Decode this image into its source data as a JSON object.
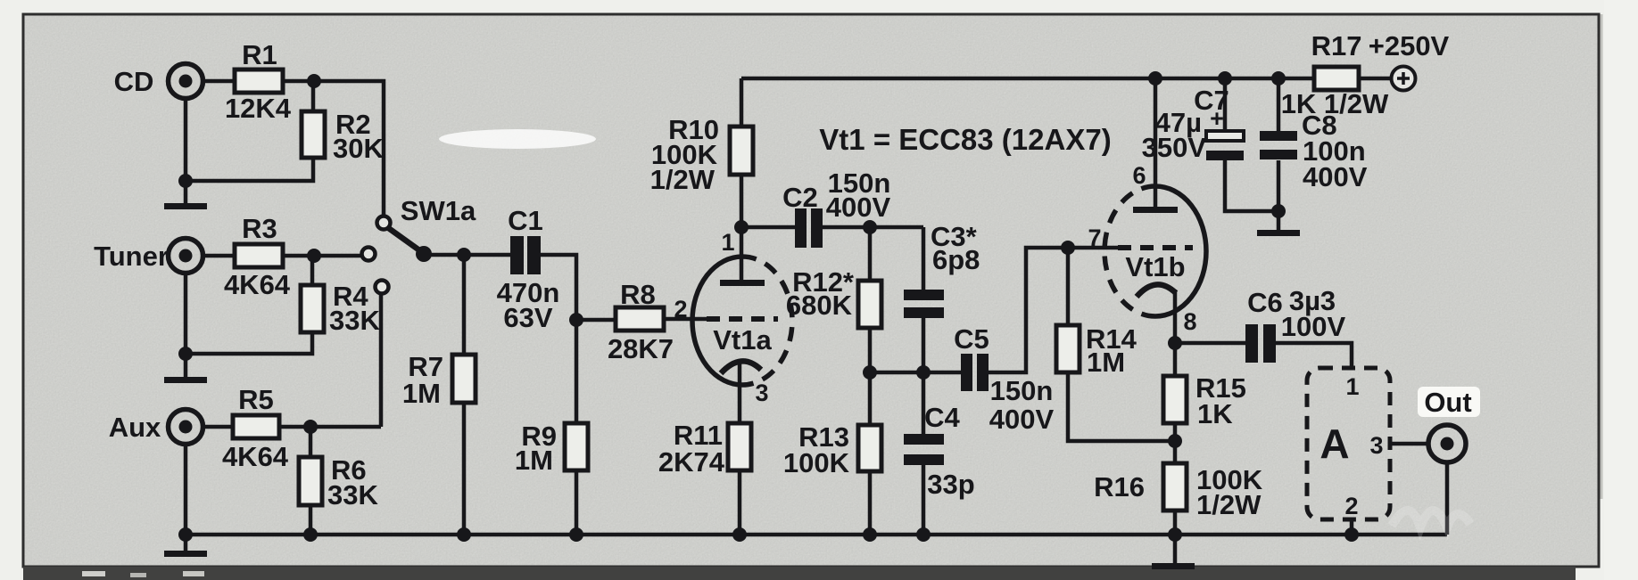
{
  "schematic": {
    "title": "Vt1 = ECC83 (12AX7)",
    "supply_label": "+250V",
    "inputs": {
      "cd": "CD",
      "tuner": "Tuner",
      "aux": "Aux"
    },
    "output_label": "Out",
    "switch_label": "SW1a",
    "amp_block": {
      "label": "A",
      "pin1": "1",
      "pin2": "2",
      "pin3": "3"
    },
    "tubes": {
      "vt1a": {
        "label": "Vt1a",
        "pin_anode": "1",
        "pin_grid": "2",
        "pin_cathode": "3"
      },
      "vt1b": {
        "label": "Vt1b",
        "pin_anode": "6",
        "pin_grid": "7",
        "pin_cathode": "8"
      }
    },
    "resistors": {
      "r1": {
        "ref": "R1",
        "value": "12K4"
      },
      "r2": {
        "ref": "R2",
        "value": "30K"
      },
      "r3": {
        "ref": "R3",
        "value": "4K64"
      },
      "r4": {
        "ref": "R4",
        "value": "33K"
      },
      "r5": {
        "ref": "R5",
        "value": "4K64"
      },
      "r6": {
        "ref": "R6",
        "value": "33K"
      },
      "r7": {
        "ref": "R7",
        "value": "1M"
      },
      "r8": {
        "ref": "R8",
        "value": "28K7"
      },
      "r9": {
        "ref": "R9",
        "value": "1M"
      },
      "r10": {
        "ref": "R10",
        "value": "100K",
        "value2": "1/2W"
      },
      "r11": {
        "ref": "R11",
        "value": "2K74"
      },
      "r12": {
        "ref": "R12*",
        "value": "680K"
      },
      "r13": {
        "ref": "R13",
        "value": "100K"
      },
      "r14": {
        "ref": "R14",
        "value": "1M"
      },
      "r15": {
        "ref": "R15",
        "value": "1K"
      },
      "r16": {
        "ref": "R16",
        "value": "100K",
        "value2": "1/2W"
      },
      "r17": {
        "ref": "R17",
        "value": "1K 1/2W"
      }
    },
    "capacitors": {
      "c1": {
        "ref": "C1",
        "value": "470n",
        "voltage": "63V"
      },
      "c2": {
        "ref": "C2",
        "value": "150n",
        "voltage": "400V"
      },
      "c3": {
        "ref": "C3*",
        "value": "6p8"
      },
      "c4": {
        "ref": "C4",
        "value": "33p"
      },
      "c5": {
        "ref": "C5",
        "value": "150n",
        "voltage": "400V"
      },
      "c6": {
        "ref": "C6",
        "value": "3µ3",
        "voltage": "100V"
      },
      "c7": {
        "ref": "C7",
        "value": "47µ",
        "voltage": "350V",
        "polarity": "+"
      },
      "c8": {
        "ref": "C8",
        "value": "100n",
        "voltage": "400V"
      }
    }
  }
}
